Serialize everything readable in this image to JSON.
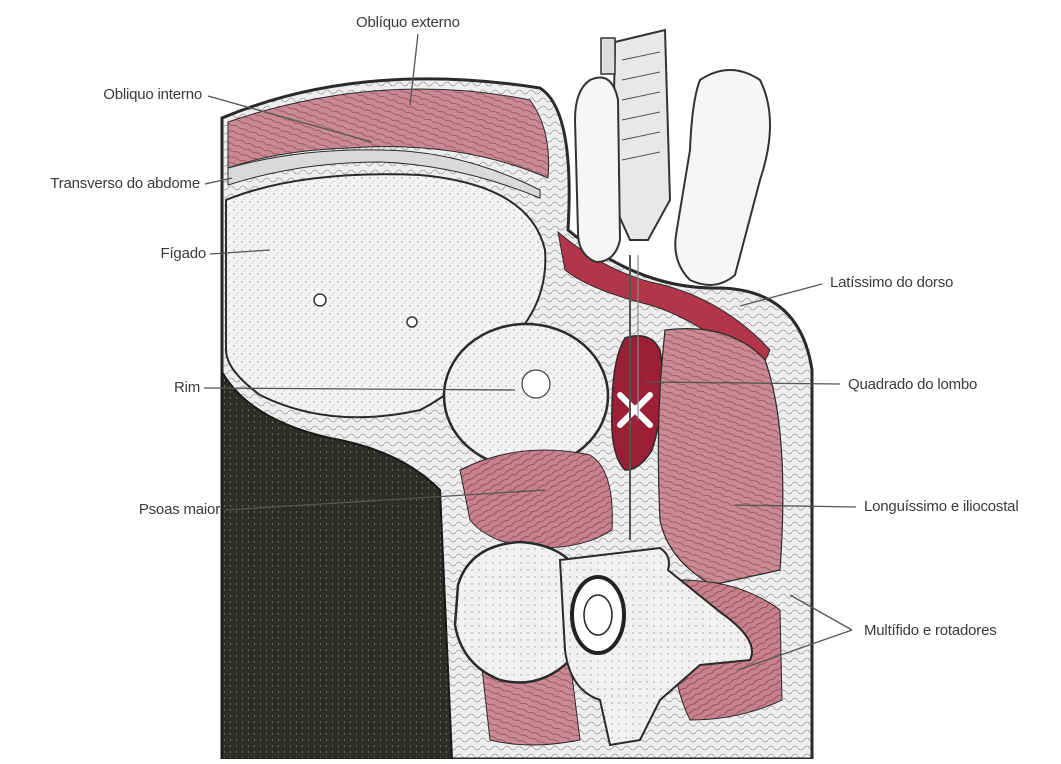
{
  "labels": {
    "obliquo_externo": "Oblíquo externo",
    "obliquo_interno": "Obliquo interno",
    "transverso": "Transverso do abdome",
    "figado": "Fígado",
    "rim": "Rim",
    "psoas": "Psoas maior",
    "latissimo": "Latíssimo do dorso",
    "quadrado": "Quadrado do lombo",
    "longuissimo": "Longuíssimo e iliocostal",
    "multifido": "Multífido e rotadores"
  },
  "colors": {
    "muscle_pink": "#c98a95",
    "muscle_red": "#b2354a",
    "muscle_dark_red": "#9c1f36",
    "organ_stipple": "#e8e8e8",
    "dark_region": "#2e2d27",
    "bone": "#f1f1ef",
    "outline": "#2a2a2a",
    "label_text": "#3a3a3a"
  }
}
